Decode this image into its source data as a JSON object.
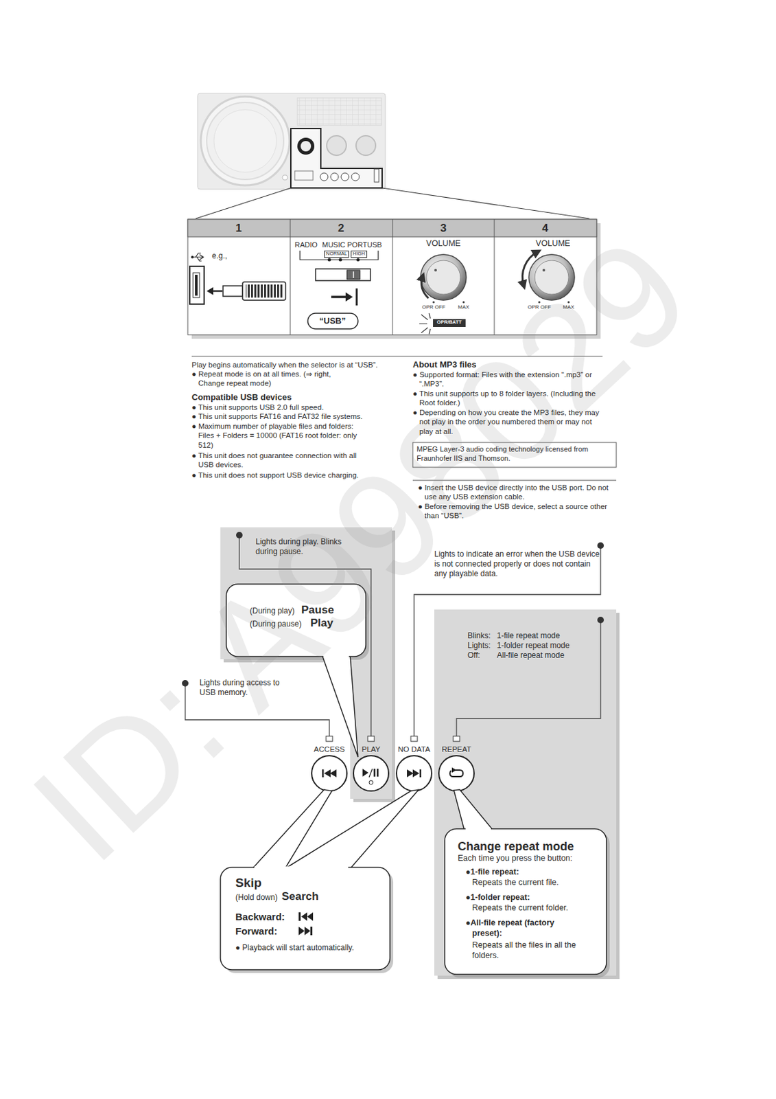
{
  "diagram": {
    "nodes": [
      {
        "text": [
          "1",
          "e.g.,"
        ]
      },
      {
        "text": [
          "2",
          "RADIO",
          "MUSIC PORT",
          "USB",
          "NORMAL",
          "HIGH",
          "“USB”"
        ]
      },
      {
        "text": [
          "3",
          "VOLUME",
          "OPR OFF",
          "MAX",
          "OPR/BATT"
        ]
      },
      {
        "text": [
          "4",
          "VOLUME",
          "OPR OFF",
          "MAX"
        ]
      },
      {
        "text": [
          "MPEG Layer-3 audio coding technology licensed from Fraunhofer IIS and Thomson."
        ]
      },
      {
        "text": [
          "(During play)",
          "Pause",
          "(During pause)",
          "Play"
        ]
      },
      {
        "text": [
          "Skip",
          "(Hold down)",
          "Search",
          "Backward:",
          "Forward:",
          "● Playback will start automatically."
        ]
      },
      {
        "text": [
          "Change repeat mode",
          "Each time you press the button:",
          "●1-file repeat:",
          "Repeats the current file.",
          "●1-folder repeat:",
          "Repeats the current folder.",
          "●All-file repeat (factory preset):",
          "Repeats all the files in all the folders."
        ]
      }
    ],
    "labels": [
      "Play begins automatically when the selector is at “USB”.",
      "● Repeat mode is on at all times. (⇒ right, Change repeat mode)",
      "Compatible USB devices",
      "● This unit supports USB 2.0 full speed.",
      "● This unit supports FAT16 and FAT32 file systems.",
      "● Maximum number of playable files and folders: Files + Folders = 10000 (FAT16 root folder: only 512)",
      "● This unit does not guarantee connection with all USB devices.",
      "● This unit does not support USB device charging.",
      "About MP3 files",
      "● Supported format: Files with the extension “.mp3” or “.MP3”.",
      "● This unit supports up to 8 folder layers. (Including the Root folder.)",
      "● Depending on how you create the MP3 files, they may not play in the order you numbered them or may not play at all.",
      "● Insert the USB device directly into the USB port. Do not use any USB extension cable.",
      "● Before removing the USB device, select a source other than “USB”.",
      "Lights during play. Blinks during pause.",
      "Lights to indicate an error when the USB device is not connected properly or does not contain any playable data.",
      "Blinks:",
      "1-file repeat mode",
      "Lights:",
      "1-folder repeat mode",
      "Off:",
      "All-file repeat mode",
      "Lights during access to USB memory.",
      "ACCESS",
      "PLAY",
      "NO DATA",
      "REPEAT",
      "ID: A998029"
    ]
  }
}
